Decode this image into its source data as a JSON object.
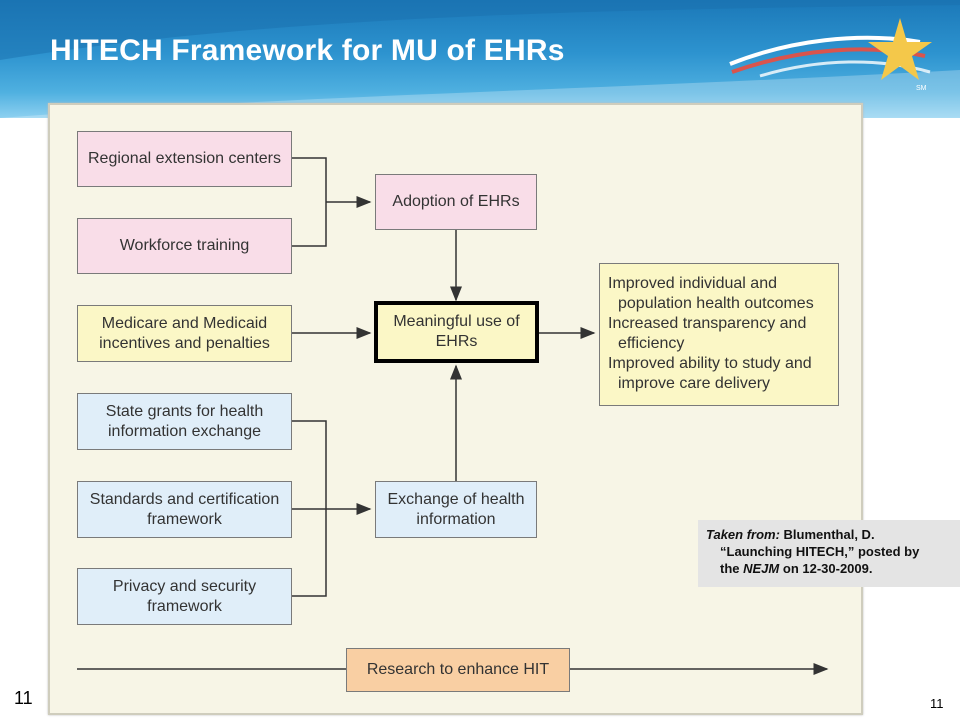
{
  "slide": {
    "title": "HITECH Framework for MU of EHRs",
    "page_number_left": "11",
    "page_number_right": "11",
    "logo_mark": "SM"
  },
  "diagram": {
    "inputs_top": [
      "Regional extension centers",
      "Workforce training"
    ],
    "adoption": "Adoption of EHRs",
    "incentives": "Medicare and Medicaid incentives and penalties",
    "center": "Meaningful use of EHRs",
    "outcomes": [
      "Improved individual and population health outcomes",
      "Increased transparency and efficiency",
      "Improved ability to study and improve care delivery"
    ],
    "inputs_bottom": [
      "State grants for health information exchange",
      "Standards and certification framework",
      "Privacy and security framework"
    ],
    "exchange": "Exchange of health information",
    "research": "Research to enhance HIT"
  },
  "citation": {
    "label": "Taken from:",
    "author": "Blumenthal, D.",
    "article": "“Launching HITECH,” posted by",
    "the": "the",
    "journal": "NEJM",
    "date": "on 12-30-2009."
  },
  "colors": {
    "banner": "#2d93cf",
    "pink": "#f9dde8",
    "yellow": "#fbf7c6",
    "blue": "#e0eef9",
    "orange": "#f9cfa3",
    "star": "#f4c84a"
  }
}
